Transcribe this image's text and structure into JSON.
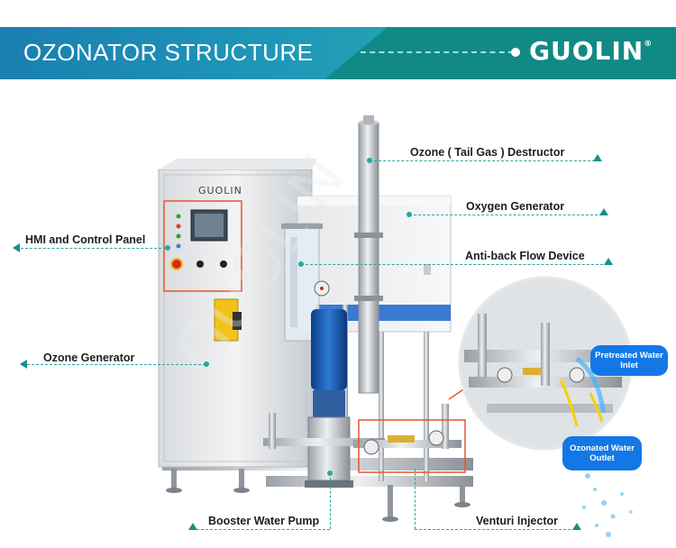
{
  "header": {
    "title": "OZONATOR STRUCTURE",
    "logo_text": "GUOLIN",
    "logo_mark": "®"
  },
  "machine": {
    "cabinet_brand": "GUOLIN"
  },
  "labels": {
    "tail_gas_destructor": "Ozone ( Tail Gas )  Destructor",
    "oxygen_generator": "Oxygen Generator",
    "hmi_control_panel": "HMI and Control Panel",
    "anti_back_flow": "Anti-back Flow Device",
    "ozone_generator": "Ozone Generator",
    "booster_pump": "Booster Water Pump",
    "venturi_injector": "Venturi Injector"
  },
  "bubbles": {
    "inlet": "Pretreated Water Inlet",
    "outlet": "Ozonated Water Outlet"
  },
  "colors": {
    "header_blue": "#1a7fb0",
    "header_teal": "#118a86",
    "accent_teal": "#15908b",
    "bubble_blue": "#1378e6",
    "highlight_orange": "#e8542a"
  }
}
